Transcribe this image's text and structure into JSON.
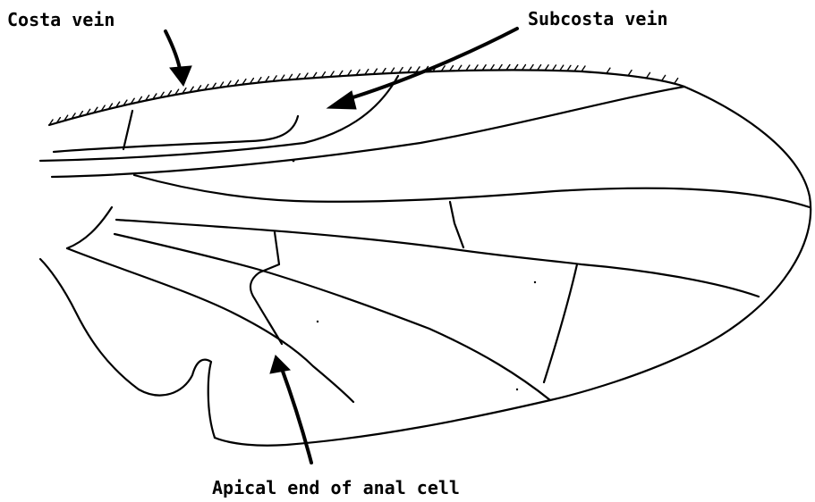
{
  "labels": {
    "costa": "Costa vein",
    "subcosta": "Subcosta vein",
    "anal": "Apical end of anal cell"
  },
  "colors": {
    "ink": "#000000",
    "background": "#ffffff"
  }
}
